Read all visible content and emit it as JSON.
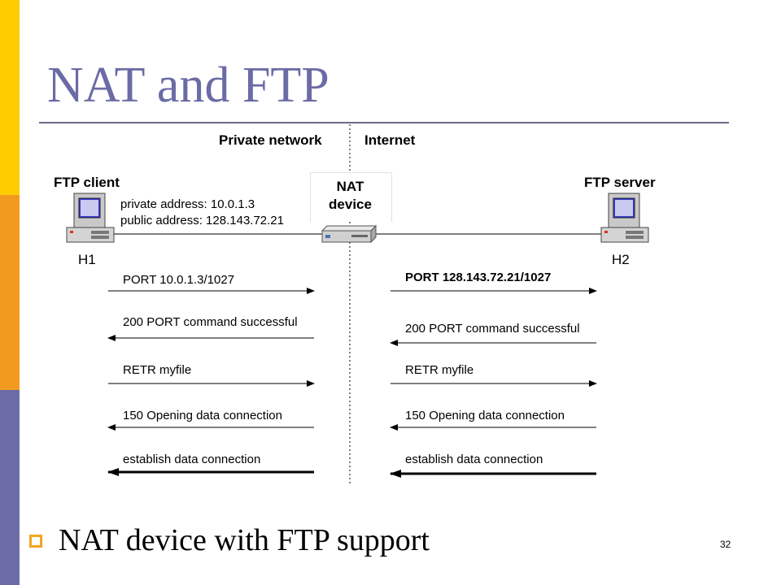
{
  "slide": {
    "title": "NAT and FTP",
    "bullet": "NAT device with FTP support",
    "page_number": "32"
  },
  "diagram": {
    "private_network_label": "Private network",
    "internet_label": "Internet",
    "ftp_client_label": "FTP client",
    "ftp_server_label": "FTP server",
    "nat_device_line1": "NAT",
    "nat_device_line2": "device",
    "private_address": "private address:  10.0.1.3",
    "public_address": "public address:   128.143.72.21",
    "h1_label": "H1",
    "h2_label": "H2",
    "left_messages": [
      {
        "text": "PORT 10.0.1.3/1027",
        "direction": "right",
        "bold_text": false,
        "thick": false
      },
      {
        "text": "200  PORT command successful",
        "direction": "left",
        "bold_text": false,
        "thick": false
      },
      {
        "text": "RETR myfile",
        "direction": "right",
        "bold_text": false,
        "thick": false
      },
      {
        "text": "150 Opening data connection",
        "direction": "left",
        "bold_text": false,
        "thick": false
      },
      {
        "text": "establish data connection",
        "direction": "left",
        "bold_text": false,
        "thick": true
      }
    ],
    "right_messages": [
      {
        "text": "PORT 128.143.72.21/1027",
        "direction": "right",
        "bold_text": true,
        "thick": false
      },
      {
        "text": "200  PORT command successful",
        "direction": "left",
        "bold_text": false,
        "thick": false
      },
      {
        "text": "RETR myfile",
        "direction": "right",
        "bold_text": false,
        "thick": false
      },
      {
        "text": "150 Opening data connection",
        "direction": "left",
        "bold_text": false,
        "thick": false
      },
      {
        "text": "establish data connection",
        "direction": "left",
        "bold_text": false,
        "thick": true
      }
    ]
  },
  "colors": {
    "title": "#6b6ba6",
    "accent_yellow": "#ffcc00",
    "accent_orange": "#f29a1f",
    "accent_purple": "#6b6ba8",
    "bullet_icon": "#f2a51f"
  },
  "icons": [
    "computer-icon",
    "router-icon",
    "bullet-square-icon"
  ]
}
